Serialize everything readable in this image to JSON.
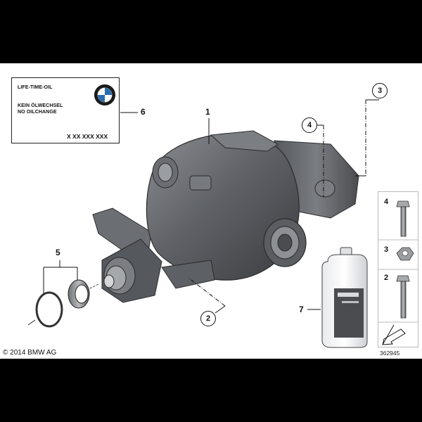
{
  "label_card": {
    "line1": "LIFE-TIME-OIL",
    "line2": "KEIN ÖLWECHSEL",
    "line3": "NO OILCHANGE",
    "code": "X XX XXX XXX",
    "logo": "bmw-logo"
  },
  "callouts": {
    "c1": "1",
    "c2": "2",
    "c3": "3",
    "c4": "4",
    "c5": "5",
    "c6": "6",
    "c7": "7"
  },
  "side_panel": {
    "items": [
      "4",
      "3",
      "2"
    ]
  },
  "footer": {
    "copyright": "© 2014 BMW AG",
    "diagram_id": "362945"
  },
  "colors": {
    "background": "#ffffff",
    "frame": "#000000",
    "housing": "#5f6266"
  }
}
